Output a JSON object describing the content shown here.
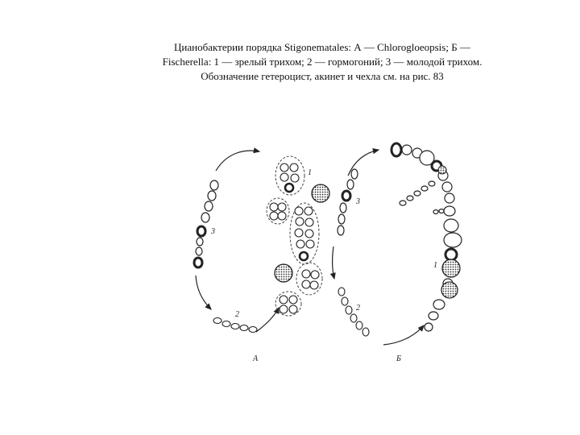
{
  "caption": {
    "line1": "Цианобактерии порядка Stigonematales: А — Chlorogloeopsis; Б —",
    "line2": "Fischerella: 1 — зрелый трихом; 2 — гормогоний; 3 — молодой трихом.",
    "line3": "Обозначение гетероцист, акинет и чехла см. на рис. 83"
  },
  "figure": {
    "panel_a_label": "А",
    "panel_b_label": "Б",
    "a_stage1": "1",
    "a_stage2": "2",
    "a_stage3": "3",
    "b_stage1": "1",
    "b_stage2": "2",
    "b_stage3": "3"
  }
}
